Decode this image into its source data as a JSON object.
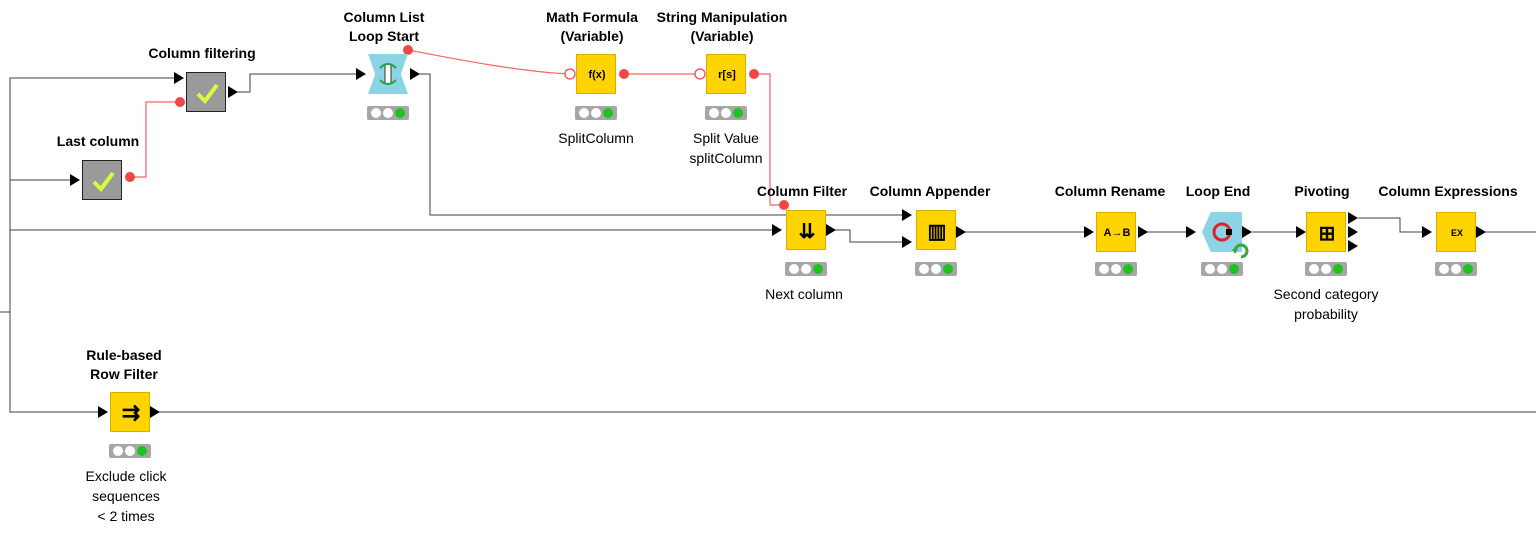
{
  "colors": {
    "node_yellow": "#ffd400",
    "node_gray": "#9a9a9a",
    "node_blue": "#8cd3e6",
    "status_green": "#1fc21f",
    "flow_variable_line": "#f26666",
    "data_line": "#404040"
  },
  "nodes": {
    "column_filtering": {
      "title": "Column filtering",
      "icon": "checkmark-icon",
      "status": "executed"
    },
    "last_column": {
      "title": "Last column",
      "icon": "checkmark-icon",
      "status": "executed"
    },
    "column_list_loop_start": {
      "title": "Column List\nLoop Start",
      "icon": "loop-start-icon",
      "status": "executed"
    },
    "math_formula": {
      "title": "Math Formula\n(Variable)",
      "icon": "fx-icon",
      "glyph": "f(x)",
      "label": "SplitColumn",
      "status": "executed"
    },
    "string_manipulation": {
      "title": "String Manipulation\n(Variable)",
      "icon": "string-icon",
      "glyph": "r[s]",
      "label": "Split Value\nsplitColumn",
      "status": "executed"
    },
    "column_filter": {
      "title": "Column Filter",
      "icon": "column-filter-icon",
      "glyph": "⇊",
      "label": "Next column",
      "status": "executed"
    },
    "column_appender": {
      "title": "Column Appender",
      "icon": "column-appender-icon",
      "glyph": "▥",
      "status": "executed"
    },
    "column_rename": {
      "title": "Column Rename",
      "icon": "column-rename-icon",
      "glyph": "A→B",
      "status": "executed"
    },
    "loop_end": {
      "title": "Loop End",
      "icon": "loop-end-icon",
      "status": "executed"
    },
    "pivoting": {
      "title": "Pivoting",
      "icon": "pivot-icon",
      "glyph": "⊞",
      "label": "Second category\nprobability",
      "status": "executed"
    },
    "column_expressions": {
      "title": "Column Expressions",
      "icon": "expression-icon",
      "glyph": "EX",
      "status": "executed"
    },
    "rule_based_row_filter": {
      "title": "Rule-based\nRow Filter",
      "icon": "row-filter-icon",
      "glyph": "⇉",
      "label": "Exclude click\nsequences\n< 2 times",
      "status": "executed"
    }
  }
}
